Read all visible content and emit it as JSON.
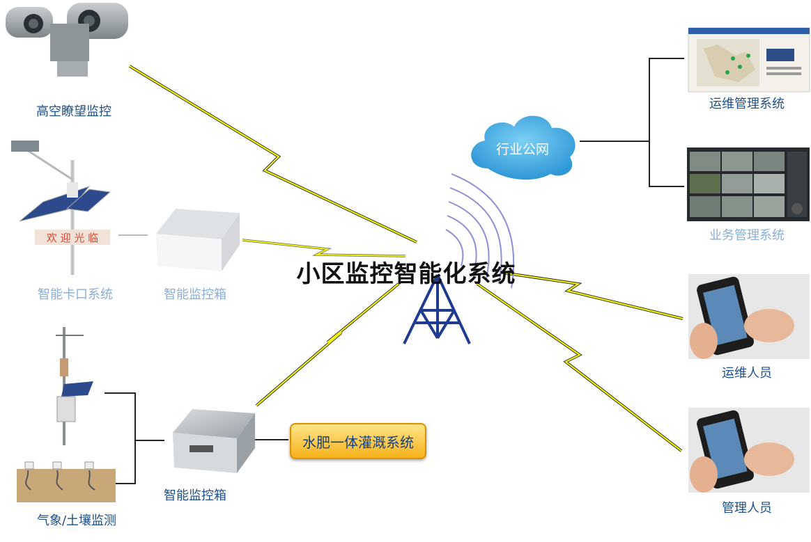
{
  "title": "小区监控智能化系统",
  "cloud": {
    "label": "行业公网"
  },
  "irrigation": {
    "label": "水肥一体灌溉系统"
  },
  "labels": {
    "high_altitude": "高空瞭望监控",
    "checkpoint": "智能卡口系统",
    "box_top": "智能监控箱",
    "box_bottom": "智能监控箱",
    "weather": "气象/土壤监测",
    "ops_system": "运维管理系统",
    "biz_system": "业务管理系统",
    "ops_staff": "运维人员",
    "mgmt_staff": "管理人员"
  },
  "sign_text": "欢 迎 光 临",
  "colors": {
    "label_blue": "#1d4f8a",
    "faded_blue": "#8aaed6",
    "bolt_yellow": "#f2f20a",
    "tower_blue": "#1f3b8f",
    "cloud_blue": "#3aa6e0"
  }
}
